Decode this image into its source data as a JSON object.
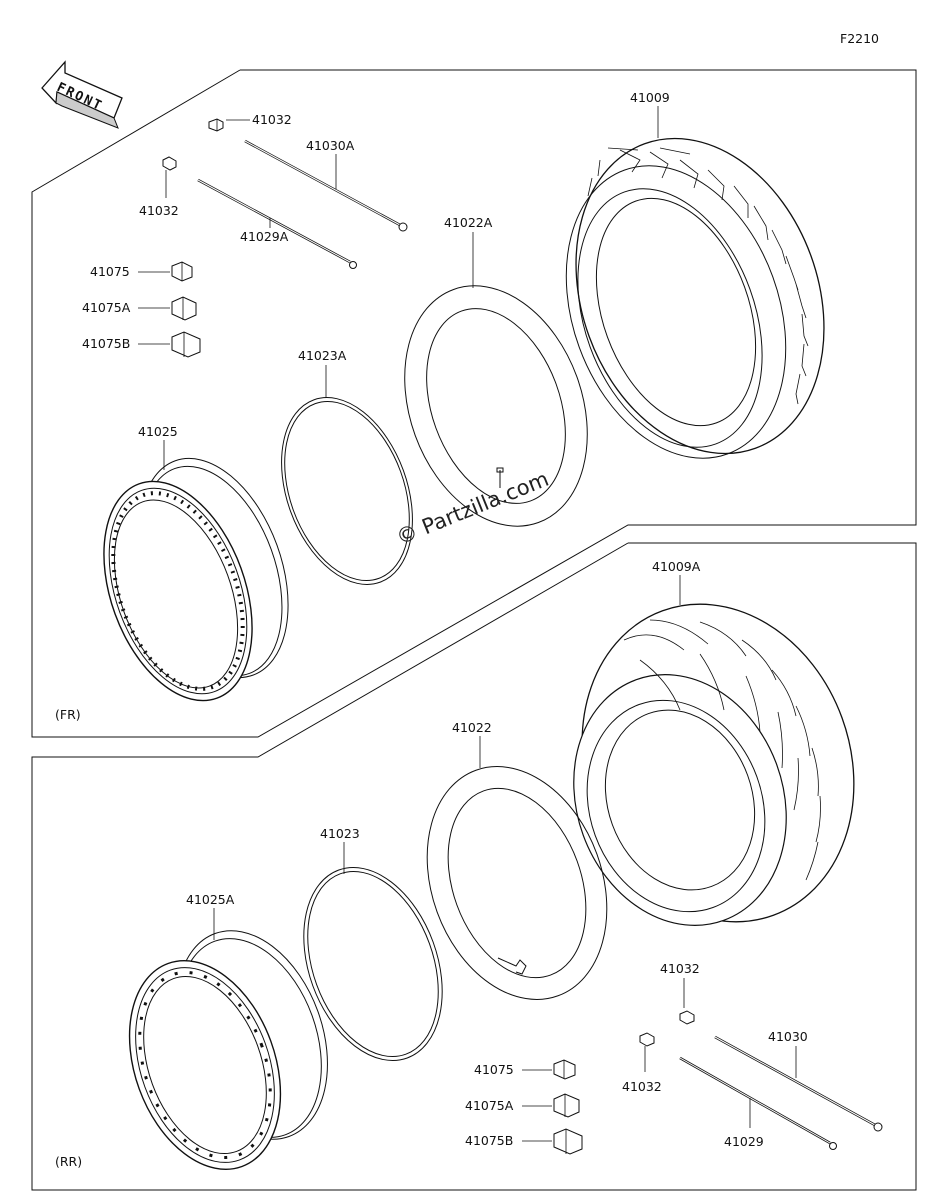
{
  "diagram_code": "F2210",
  "front_arrow": {
    "text": "FRONT",
    "icon": "front-arrow-icon"
  },
  "sections": {
    "front": "(FR)",
    "rear": "(RR)"
  },
  "watermark": "© Partzilla.com",
  "front_parts": {
    "valve_cap_a": "41032",
    "spoke_30a": "41030A",
    "valve_cap_b": "41032",
    "spoke_29a": "41029A",
    "weight_75": "41075",
    "weight_75a": "41075A",
    "weight_75b": "41075B",
    "tire": "41009",
    "tube": "41022A",
    "rim_band": "41023A",
    "rim": "41025"
  },
  "rear_parts": {
    "tire": "41009A",
    "tube": "41022",
    "rim_band": "41023",
    "rim": "41025A",
    "valve_cap_a": "41032",
    "spoke_30": "41030",
    "valve_cap_b": "41032",
    "spoke_29": "41029",
    "weight_75": "41075",
    "weight_75a": "41075A",
    "weight_75b": "41075B"
  }
}
